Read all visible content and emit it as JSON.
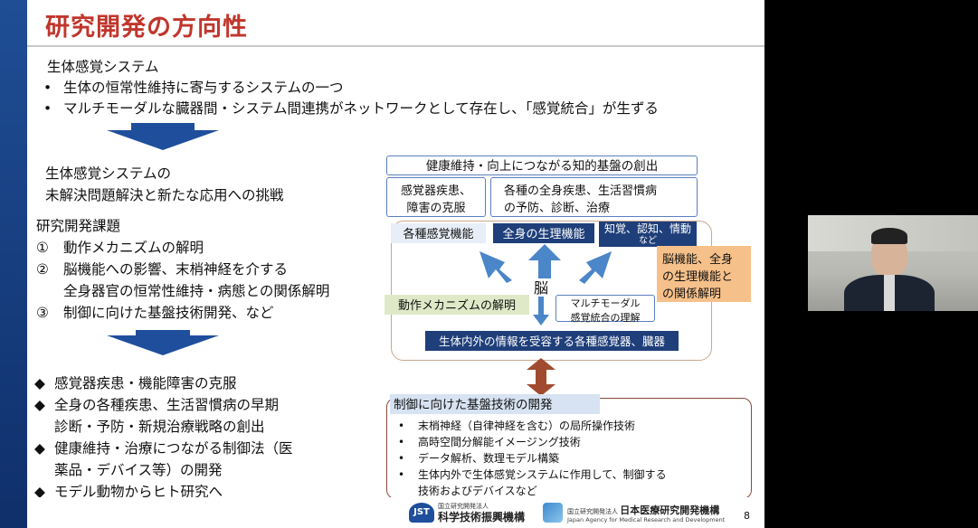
{
  "slide": {
    "title": "研究開発の方向性",
    "section1": {
      "heading": "生体感覚システム",
      "bullets": [
        "生体の恒常性維持に寄与するシステムの一つ",
        "マルチモーダルな臓器間・システム間連携がネットワークとして存在し、「感覚統合」が生ずる"
      ]
    },
    "section2": {
      "heading_line1": "生体感覚システムの",
      "heading_line2": "未解決問題解決と新たな応用への挑戦"
    },
    "section3": {
      "heading": "研究開発課題",
      "items": [
        {
          "num": "①",
          "text": "動作メカニズムの解明"
        },
        {
          "num": "②",
          "text": "脳機能への影響、末梢神経を介する"
        },
        {
          "num": "",
          "text": "全身器官の恒常性維持・病態との関係解明"
        },
        {
          "num": "③",
          "text": "制御に向けた基盤技術開発、など"
        }
      ]
    },
    "outcomes": [
      "感覚器疾患・機能障害の克服",
      "全身の各種疾患、生活習慣病の早期",
      "診断・予防・新規治療戦略の創出",
      "健康維持・治療につながる制御法（医",
      "薬品・デバイス等）の開発",
      "モデル動物からヒト研究へ"
    ],
    "outcome_marker": "◆",
    "bullet_marker": "•",
    "diagram": {
      "top_title": "健康維持・向上につながる知的基盤の創出",
      "box_left": [
        "感覚器疾患、",
        "障害の克服"
      ],
      "box_right": [
        "各種の全身疾患、生活習慣病",
        "の予防、診断、治療"
      ],
      "func1": "各種感覚機能",
      "func2": "全身の生理機能",
      "func3_line1": "知覚、認知、情動",
      "func3_line2": "など",
      "brain": "脳",
      "brain_side": [
        "脳機能、全身",
        "の生理機能と",
        "の関係解明"
      ],
      "mechanism": "動作メカニズムの解明",
      "multimodal_line1": "マルチモーダル",
      "multimodal_line2": "感覚統合の理解",
      "receptors": "生体内外の情報を受容する各種感覚器、臓器",
      "tech_title": "制御に向けた基盤技術の開発",
      "tech_items": [
        "末梢神経（自律神経を含む）の局所操作技術",
        "高時空間分解能イメージング技術",
        "データ解析、数理モデル構築",
        "生体内外で生体感覚システムに作用して、制御する",
        "技術およびデバイスなど"
      ]
    },
    "footer": {
      "jst_small": "国立研究開発法人",
      "jst_name": "科学技術振興機構",
      "jst_logo": "JST",
      "amed_small": "国立研究開発法人",
      "amed_name": "日本医療研究開発機構",
      "amed_en": "Japan Agency for Medical Research and Development",
      "page": "8"
    }
  },
  "colors": {
    "title": "#c0362c",
    "navy": "#1f3f7a",
    "accent_orange": "#f6c08a",
    "arrow_blue": "#4a86c8",
    "dbl_arrow": "#a14a2f"
  }
}
